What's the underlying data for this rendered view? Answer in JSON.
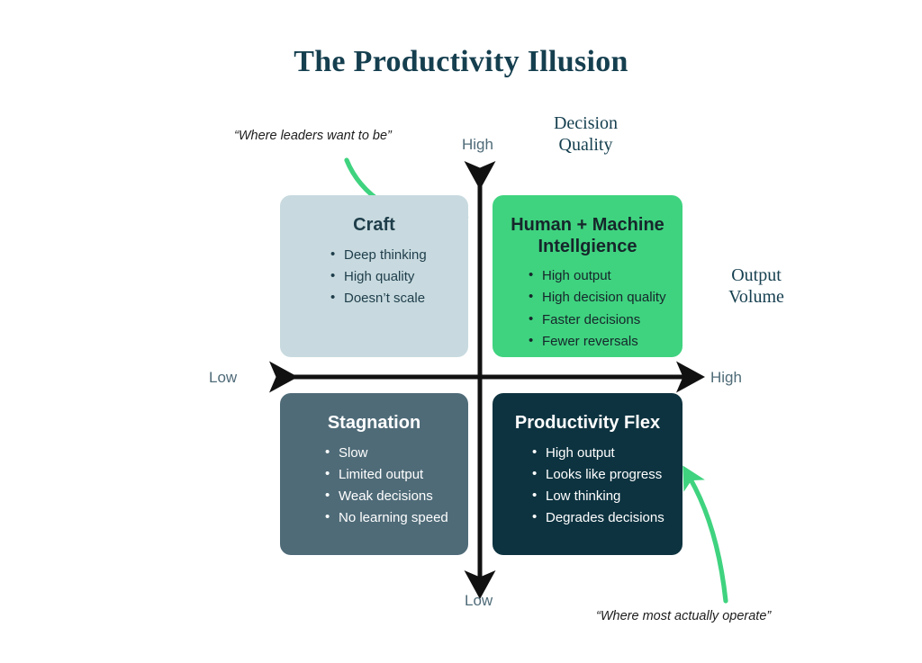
{
  "title": "The Productivity Illusion",
  "axes": {
    "y_title": "Decision\nQuality",
    "x_title": "Output\nVolume",
    "y_high": "High",
    "y_low": "Low",
    "x_low": "Low",
    "x_high": "High"
  },
  "annotations": {
    "top_left": "“Where leaders want to be”",
    "bottom_right": "“Where most actually operate”"
  },
  "colors": {
    "title": "#153f4f",
    "craft_bg": "#c8dadf",
    "hmi_bg": "#3fd37f",
    "stagnation_bg": "#4f6b78",
    "flex_bg": "#0d3340",
    "arrow_green": "#3fd37f",
    "axis_black": "#111111",
    "axis_label": "#4f6b78"
  },
  "quadrants": [
    {
      "id": "craft",
      "title": "Craft",
      "position": "top-left",
      "items": [
        "Deep thinking",
        "High quality",
        "Doesn’t scale"
      ]
    },
    {
      "id": "human-machine-intelligence",
      "title": "Human + Machine\nIntellgience",
      "position": "top-right",
      "items": [
        "High output",
        "High decision quality",
        "Faster decisions",
        "Fewer reversals"
      ]
    },
    {
      "id": "stagnation",
      "title": "Stagnation",
      "position": "bottom-left",
      "items": [
        "Slow",
        "Limited output",
        "Weak decisions",
        "No learning speed"
      ]
    },
    {
      "id": "productivity-flex",
      "title": "Productivity Flex",
      "position": "bottom-right",
      "items": [
        "High output",
        "Looks like progress",
        "Low thinking",
        "Degrades decisions"
      ]
    }
  ]
}
